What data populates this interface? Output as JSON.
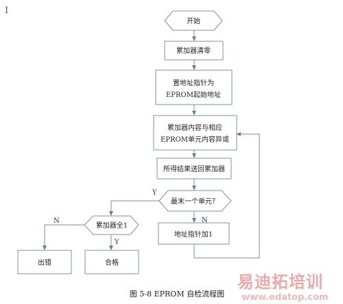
{
  "text_cursor": "I",
  "nodes": {
    "start": "开始",
    "clear_acc": "累加器清零",
    "set_ptr_line1": "置地址指针为",
    "set_ptr_line2": "EPROM起始地址",
    "add_line1": "累加器内容与相应",
    "add_line2": "EPROM单元内容异或",
    "writeback": "所得结果送回累加器",
    "last_unit": "最末一个单元？",
    "inc_ptr": "地址指针加1",
    "acc_all_one": "累加器全1",
    "error": "出错",
    "pass": "合格"
  },
  "branch_labels": {
    "last_yes": "Y",
    "last_no": "N",
    "all_one_no": "N",
    "all_one_yes": "Y"
  },
  "caption": "图 5-8 EPROM 自检流程图",
  "watermark": {
    "cn": "易迪拓培训",
    "en": "www.edatop.com"
  },
  "colors": {
    "box_stroke": "#7d8fa6",
    "connector": "#8aa2bf",
    "arrowhead": "#66809f",
    "watermark": "#f0a8a6"
  }
}
